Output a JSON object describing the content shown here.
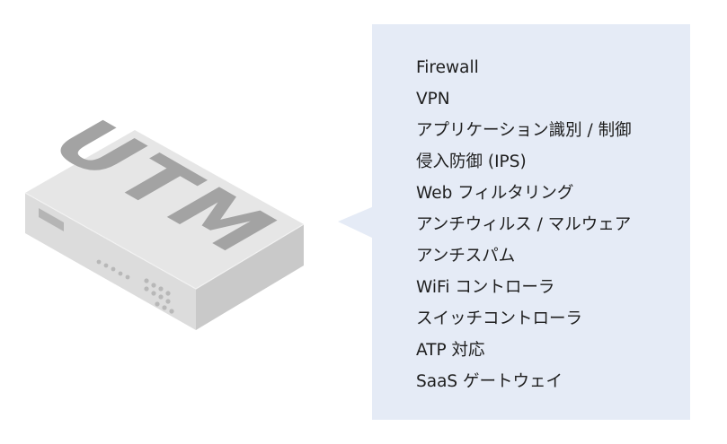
{
  "device": {
    "label": "UTM",
    "colors": {
      "top": "#e6e6e6",
      "front": "#dcdcdc",
      "side": "#c9c9c9",
      "label": "#a3a3a3",
      "port": "#b8b8b8"
    },
    "icon": "utm-appliance-icon"
  },
  "callout": {
    "background": "#e5ebf6",
    "features": [
      "Firewall",
      "VPN",
      "アプリケーション識別 / 制御",
      "侵入防御 (IPS)",
      "Web フィルタリング",
      "アンチウィルス / マルウェア",
      "アンチスパム",
      "WiFi コントローラ",
      "スイッチコントローラ",
      "ATP 対応",
      "SaaS ゲートウェイ"
    ]
  }
}
